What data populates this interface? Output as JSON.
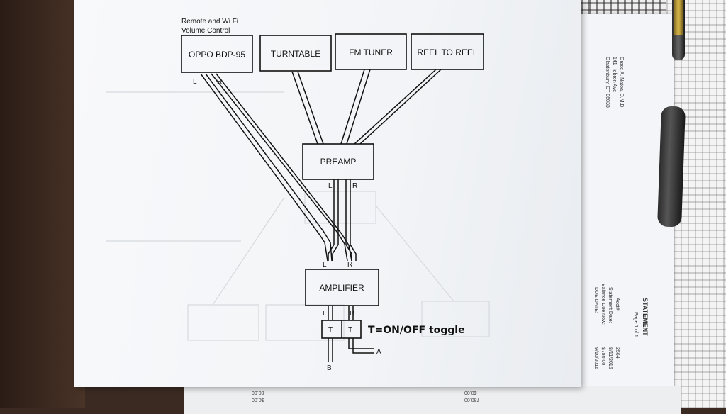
{
  "diagram": {
    "note": "Remote and Wi Fi",
    "note_line2": "Volume Control",
    "sources": [
      {
        "name": "OPPO BDP-95"
      },
      {
        "name": "TURNTABLE"
      },
      {
        "name": "FM TUNER"
      },
      {
        "name": "REEL TO REEL"
      }
    ],
    "preamp": "PREAMP",
    "amplifier": "AMPLIFIER",
    "left_label": "L",
    "right_label": "R",
    "toggle_label": "T",
    "toggle_note": "T=ON/OFF toggle",
    "output_a": "A",
    "output_b": "B"
  },
  "statement": {
    "title": "STATEMENT",
    "acct_label": "Acct#:",
    "acct_value": "2564",
    "date_label": "Statement Date:",
    "date_value": "8/11/2016",
    "balance_label": "Balance Due Now:",
    "balance_value": "$780.00",
    "due_label": "DUE DATE:",
    "due_value": "9/10/2016",
    "page": "Page 1 of 1",
    "addr1": "Grace A. Natoa, D.M.D.",
    "addr2": "141 Hebron Ave",
    "addr3": "Glastonbury, CT  06033"
  },
  "bottom_strip": {
    "nums": [
      "80.00",
      "$0.00",
      "$0.00",
      "780.00"
    ]
  }
}
